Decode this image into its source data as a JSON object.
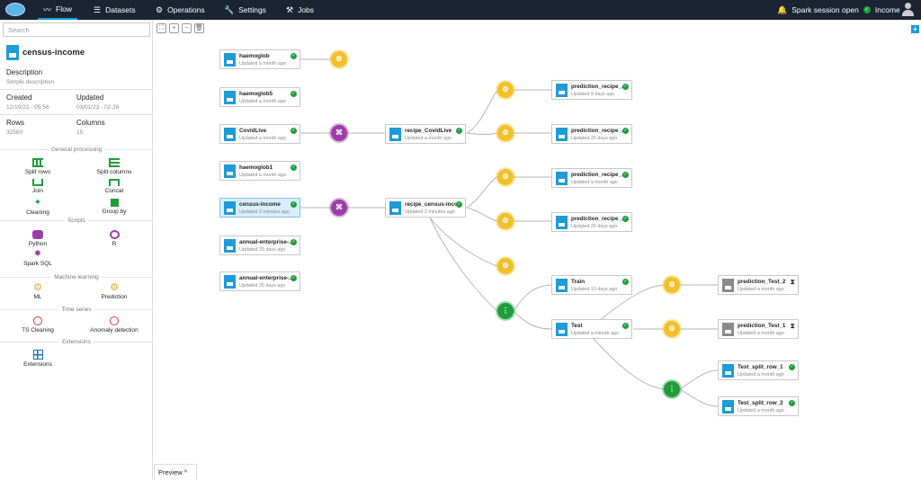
{
  "nav": {
    "tabs": [
      {
        "label": "Flow",
        "icon": "flow-icon"
      },
      {
        "label": "Datasets",
        "icon": "list-icon"
      },
      {
        "label": "Operations",
        "icon": "gear-icon"
      },
      {
        "label": "Settings",
        "icon": "wrench-icon"
      },
      {
        "label": "Jobs",
        "icon": "jobs-icon"
      }
    ],
    "session_status": "Spark session open",
    "project": "Income"
  },
  "sidebar": {
    "search_placeholder": "Search",
    "dataset_name": "census-income",
    "description_label": "Description",
    "description_value": "Simple description",
    "created_label": "Created",
    "created_value": "12/10/22 - 05:56",
    "updated_label": "Updated",
    "updated_value": "03/01/23 - 02:26",
    "rows_label": "Rows",
    "rows_value": "32560",
    "columns_label": "Columns",
    "columns_value": "15",
    "sections": {
      "general": "General processing",
      "scripts": "Scripts",
      "ml": "Machine learning",
      "ts": "Time series",
      "ext": "Extensions"
    },
    "tools": {
      "split_rows": "Split rows",
      "split_columns": "Split columns",
      "join": "Join",
      "concat": "Concat",
      "cleaning": "Cleaning",
      "group_by": "Group by",
      "python": "Python",
      "r": "R",
      "spark_sql": "Spark SQL",
      "ml": "ML",
      "prediction": "Prediction",
      "ts_cleaning": "TS Cleaning",
      "anomaly": "Anomaly detection",
      "extensions": "Extensions"
    }
  },
  "preview_label": "Preview",
  "nodes": {
    "haemoglob": {
      "title": "haemoglob",
      "sub": "Updated a month ago"
    },
    "haemoglob5": {
      "title": "haemoglob5",
      "sub": "Updated a month ago"
    },
    "covidlive": {
      "title": "CovidLive",
      "sub": "Updated a month ago"
    },
    "haemoglob1": {
      "title": "haemoglob1",
      "sub": "Updated a month ago"
    },
    "census": {
      "title": "census-income",
      "sub": "Updated 2 minutes ago"
    },
    "annual1": {
      "title": "annual-enterprise-...",
      "sub": "Updated 25 days ago"
    },
    "annual2": {
      "title": "annual-enterprise-...",
      "sub": "Updated 25 days ago"
    },
    "recipe_covid": {
      "title": "recipe_CovidLive",
      "sub": "Updated a month ago"
    },
    "recipe_census": {
      "title": "recipe_census-income",
      "sub": "Updated 2 minutes ago"
    },
    "pred1": {
      "title": "prediction_recipe_...",
      "sub": "Updated 9 days ago"
    },
    "pred2": {
      "title": "prediction_recipe_...",
      "sub": "Updated 20 days ago"
    },
    "pred3": {
      "title": "prediction_recipe_...",
      "sub": "Updated a month ago"
    },
    "pred4": {
      "title": "prediction_recipe_...",
      "sub": "Updated 20 days ago"
    },
    "train": {
      "title": "Train",
      "sub": "Updated 13 days ago"
    },
    "test": {
      "title": "Test",
      "sub": "Updated a minute ago"
    },
    "pt2": {
      "title": "prediction_Test_2",
      "sub": "Updated a month ago"
    },
    "pt1": {
      "title": "prediction_Test_1",
      "sub": "Updated a month ago"
    },
    "tsr1": {
      "title": "Test_split_row_1",
      "sub": "Updated a month ago"
    },
    "tsr2": {
      "title": "Test_split_row_2",
      "sub": "Updated a month ago"
    }
  },
  "colors": {
    "accent": "#1d9bd8",
    "topbar": "#1a2433",
    "ml_gear": "#f0c12b",
    "script_gear": "#9b3ea8",
    "split_gear": "#1f9d3a"
  }
}
